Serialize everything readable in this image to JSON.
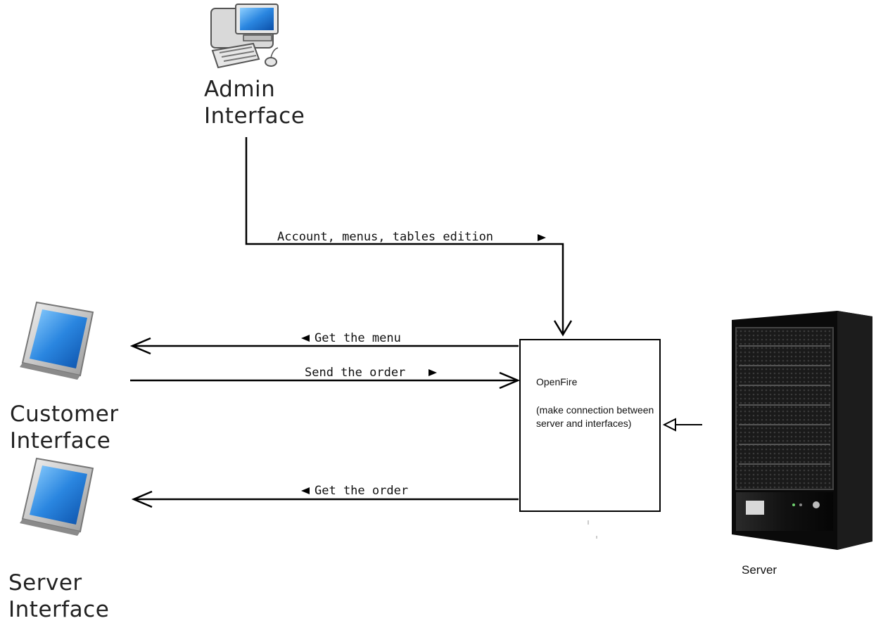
{
  "nodes": {
    "admin": {
      "line1": "Admin",
      "line2": "Interface",
      "icon": "desktop-computer-icon"
    },
    "customer": {
      "line1": "Customer",
      "line2": "Interface",
      "icon": "tablet-icon"
    },
    "server_interface": {
      "line1": "Server",
      "line2": "Interface",
      "icon": "tablet-icon"
    },
    "openfire": {
      "title": "OpenFire",
      "description": "(make connection between server and interfaces)"
    },
    "server": {
      "label": "Server",
      "icon": "server-tower-icon"
    }
  },
  "edges": {
    "admin_to_openfire": "Account, menus, tables edition",
    "get_menu": "Get the menu",
    "send_order": "Send the order",
    "get_order": "Get the order"
  }
}
